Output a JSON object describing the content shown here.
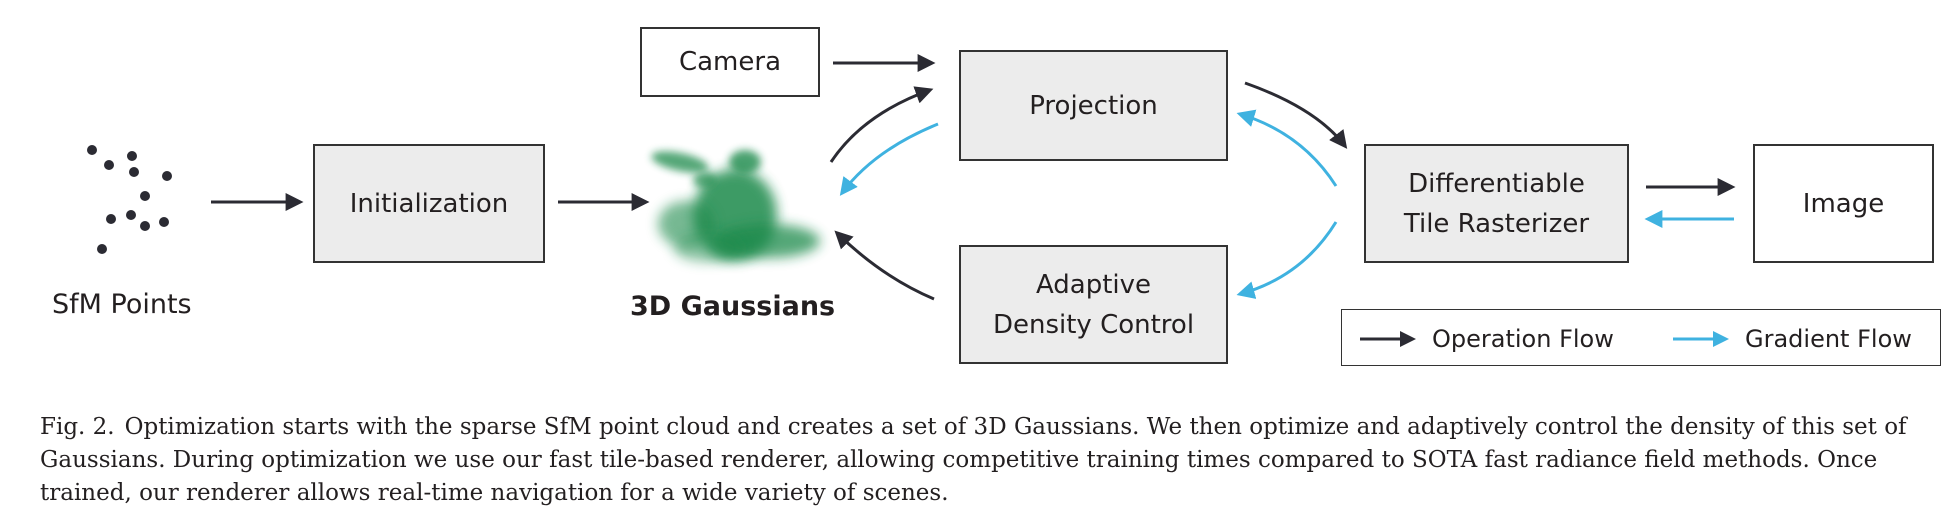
{
  "nodes": {
    "sfm_points": "SfM Points",
    "initialization": "Initialization",
    "gaussians": "3D Gaussians",
    "camera": "Camera",
    "projection": "Projection",
    "adaptive_density_control": [
      "Adaptive",
      "Density Control"
    ],
    "rasterizer": [
      "Differentiable",
      "Tile Rasterizer"
    ],
    "image": "Image"
  },
  "legend": {
    "operation_flow": "Operation Flow",
    "gradient_flow": "Gradient Flow"
  },
  "colors": {
    "operation": "#2b2b33",
    "gradient": "#3fb2e0",
    "box_fill": "#ececec",
    "gaussian_green": "#1f8a4c"
  },
  "caption": {
    "label": "Fig. 2.",
    "text": "Optimization starts with the sparse SfM point cloud and creates a set of 3D Gaussians. We then optimize and adaptively control the density of this set of Gaussians. During optimization we use our fast tile-based renderer, allowing competitive training times compared to SOTA fast radiance field methods. Once trained, our renderer allows real-time navigation for a wide variety of scenes."
  }
}
